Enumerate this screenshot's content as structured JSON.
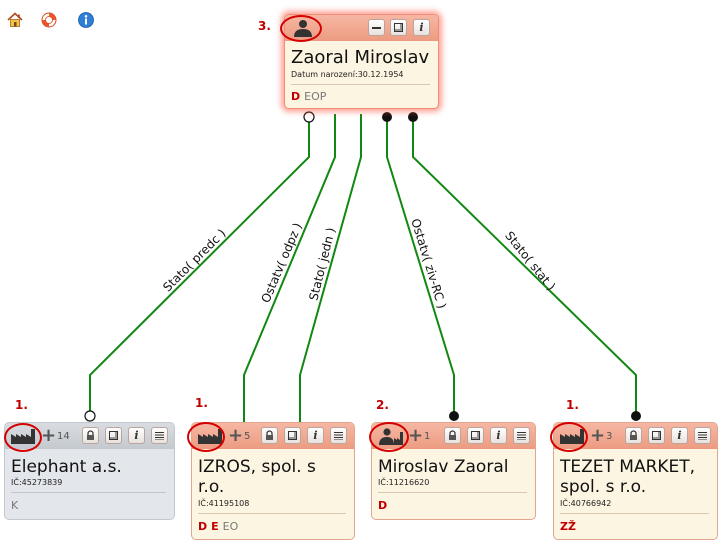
{
  "toolbar": {
    "icons": [
      "home-icon",
      "lifebuoy-icon",
      "info-icon"
    ]
  },
  "colors": {
    "card_bar": "#ec9b82",
    "card_body": "#fcf5e1",
    "card_gray": "#e3e6ea",
    "link_line": "#118811",
    "step_red": "#c00000"
  },
  "main_person": {
    "step": "3.",
    "name": "Zaoral Miroslav",
    "detail": "Datum narození:30.12.1954",
    "flags_red": [
      "D"
    ],
    "flags_gray": [
      "EOP"
    ],
    "icon": "person-icon",
    "controls": [
      "minimize-icon",
      "expand-icon",
      "info-icon"
    ]
  },
  "links": [
    {
      "label": "Stato( predc )",
      "end": "open"
    },
    {
      "label": "Ostatv( odpz )",
      "end": "none"
    },
    {
      "label": "Stato( jedn )",
      "end": "none"
    },
    {
      "label": "Ostatv( ziv-RC )",
      "end": "filled"
    },
    {
      "label": "Stato( stat )",
      "end": "filled"
    }
  ],
  "cards": [
    {
      "step": "1.",
      "name_lines": [
        "Elephant a.s."
      ],
      "detail": "IČ:45273839",
      "count": "14",
      "flags_red": [],
      "flags_gray": [
        "K"
      ],
      "icon": "factory-icon"
    },
    {
      "step": "1.",
      "name_lines": [
        "IZROS, spol. s",
        "r.o."
      ],
      "detail": "IČ:41195108",
      "count": "5",
      "flags_red": [
        "D",
        "E"
      ],
      "flags_gray": [
        "EO"
      ],
      "icon": "factory-icon"
    },
    {
      "step": "2.",
      "name_lines": [
        "Miroslav Zaoral"
      ],
      "detail": "IČ:11216620",
      "count": "1",
      "flags_red": [
        "D"
      ],
      "flags_gray": [],
      "icon": "person-factory-icon"
    },
    {
      "step": "1.",
      "name_lines": [
        "TEZET MARKET,",
        "spol. s r.o."
      ],
      "detail": "IČ:40766942",
      "count": "3",
      "flags_red": [
        "ZŽ"
      ],
      "flags_gray": [],
      "icon": "factory-icon"
    }
  ],
  "card_controls": [
    "plus-icon",
    "lock-icon",
    "expand-icon",
    "info-icon",
    "list-icon"
  ]
}
